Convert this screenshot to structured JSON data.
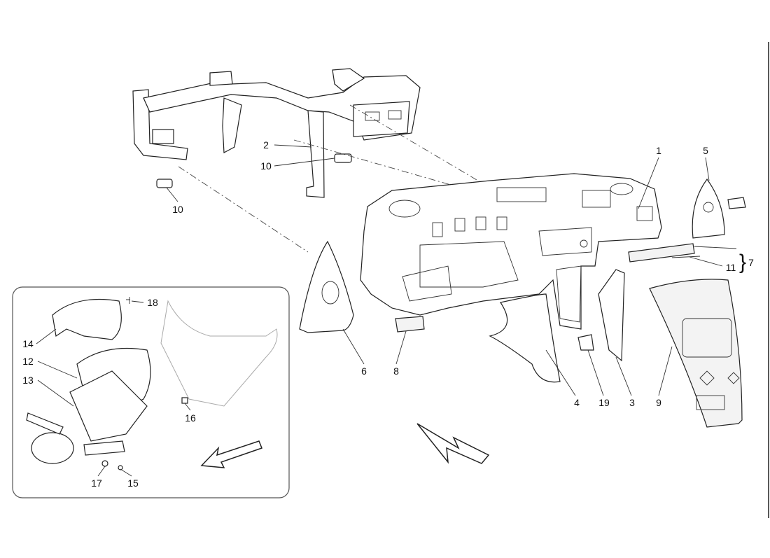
{
  "diagram": {
    "title": "Dashboard parts diagram",
    "callouts": {
      "c1": "1",
      "c2": "2",
      "c3": "3",
      "c4": "4",
      "c5": "5",
      "c6": "6",
      "c7": "7",
      "c8": "8",
      "c9": "9",
      "c10a": "10",
      "c10b": "10",
      "c11": "11",
      "c12": "12",
      "c13": "13",
      "c14": "14",
      "c15": "15",
      "c16": "16",
      "c17": "17",
      "c18": "18",
      "c19": "19"
    },
    "brace": "}"
  }
}
